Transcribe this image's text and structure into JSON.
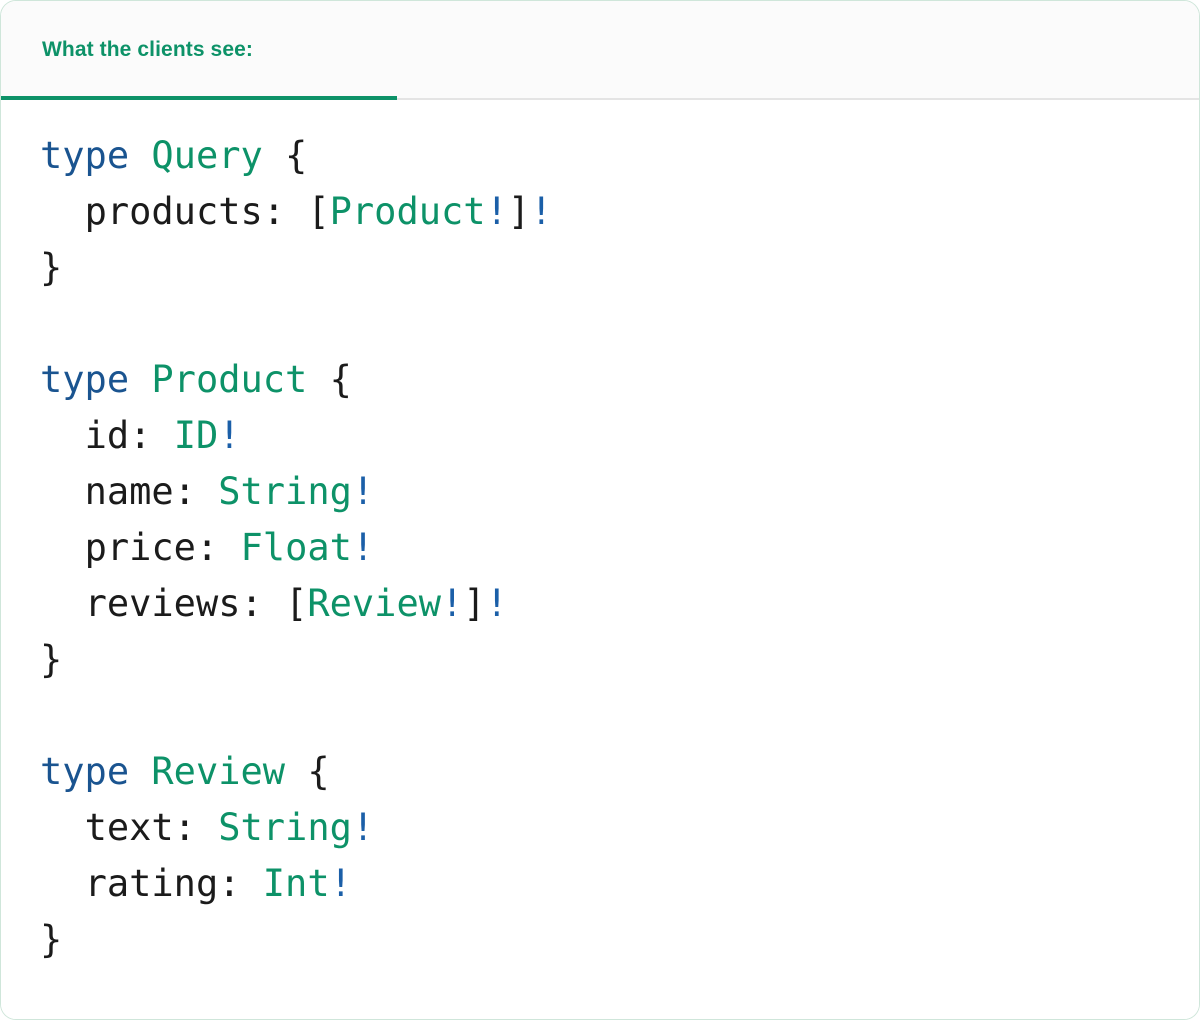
{
  "card": {
    "border_color": "#cfe6da",
    "background": "#ffffff"
  },
  "tabs": {
    "active_index": 0,
    "items": [
      {
        "label": "What the clients see:",
        "active": true
      }
    ],
    "accent_color": "#0d9268",
    "bar_background": "#fbfbfb",
    "divider_color": "#e4e4e4"
  },
  "code_block": {
    "language": "graphql",
    "colors": {
      "keyword": "#1a5490",
      "type_name": "#0d9268",
      "punctuation": "#1b1b1b",
      "field_name": "#1b1b1b",
      "non_null_bang": "#1b5fa8"
    },
    "lines": [
      [
        {
          "t": "type",
          "c": "kw"
        },
        {
          "t": " ",
          "c": "punc"
        },
        {
          "t": "Query",
          "c": "tname"
        },
        {
          "t": " {",
          "c": "punc"
        }
      ],
      [
        {
          "t": "  ",
          "c": "punc"
        },
        {
          "t": "products",
          "c": "field"
        },
        {
          "t": ": ",
          "c": "punc"
        },
        {
          "t": "[",
          "c": "punc"
        },
        {
          "t": "Product",
          "c": "tname"
        },
        {
          "t": "!",
          "c": "bang"
        },
        {
          "t": "]",
          "c": "punc"
        },
        {
          "t": "!",
          "c": "bang"
        }
      ],
      [
        {
          "t": "}",
          "c": "punc"
        }
      ],
      [],
      [
        {
          "t": "type",
          "c": "kw"
        },
        {
          "t": " ",
          "c": "punc"
        },
        {
          "t": "Product",
          "c": "tname"
        },
        {
          "t": " {",
          "c": "punc"
        }
      ],
      [
        {
          "t": "  ",
          "c": "punc"
        },
        {
          "t": "id",
          "c": "field"
        },
        {
          "t": ": ",
          "c": "punc"
        },
        {
          "t": "ID",
          "c": "tname"
        },
        {
          "t": "!",
          "c": "bang"
        }
      ],
      [
        {
          "t": "  ",
          "c": "punc"
        },
        {
          "t": "name",
          "c": "field"
        },
        {
          "t": ": ",
          "c": "punc"
        },
        {
          "t": "String",
          "c": "tname"
        },
        {
          "t": "!",
          "c": "bang"
        }
      ],
      [
        {
          "t": "  ",
          "c": "punc"
        },
        {
          "t": "price",
          "c": "field"
        },
        {
          "t": ": ",
          "c": "punc"
        },
        {
          "t": "Float",
          "c": "tname"
        },
        {
          "t": "!",
          "c": "bang"
        }
      ],
      [
        {
          "t": "  ",
          "c": "punc"
        },
        {
          "t": "reviews",
          "c": "field"
        },
        {
          "t": ": ",
          "c": "punc"
        },
        {
          "t": "[",
          "c": "punc"
        },
        {
          "t": "Review",
          "c": "tname"
        },
        {
          "t": "!",
          "c": "bang"
        },
        {
          "t": "]",
          "c": "punc"
        },
        {
          "t": "!",
          "c": "bang"
        }
      ],
      [
        {
          "t": "}",
          "c": "punc"
        }
      ],
      [],
      [
        {
          "t": "type",
          "c": "kw"
        },
        {
          "t": " ",
          "c": "punc"
        },
        {
          "t": "Review",
          "c": "tname"
        },
        {
          "t": " {",
          "c": "punc"
        }
      ],
      [
        {
          "t": "  ",
          "c": "punc"
        },
        {
          "t": "text",
          "c": "field"
        },
        {
          "t": ": ",
          "c": "punc"
        },
        {
          "t": "String",
          "c": "tname"
        },
        {
          "t": "!",
          "c": "bang"
        }
      ],
      [
        {
          "t": "  ",
          "c": "punc"
        },
        {
          "t": "rating",
          "c": "field"
        },
        {
          "t": ": ",
          "c": "punc"
        },
        {
          "t": "Int",
          "c": "tname"
        },
        {
          "t": "!",
          "c": "bang"
        }
      ],
      [
        {
          "t": "}",
          "c": "punc"
        }
      ]
    ]
  }
}
